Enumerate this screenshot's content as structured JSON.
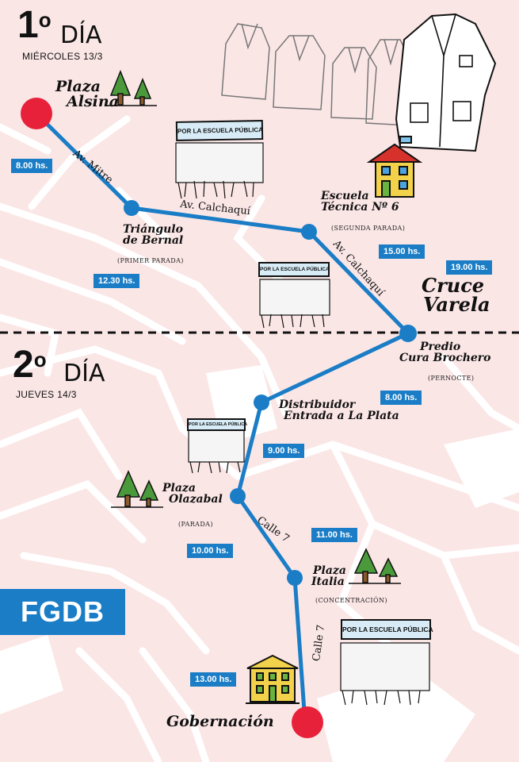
{
  "colors": {
    "route": "#1a7dc6",
    "start_end": "#e8213a",
    "map_bg": "#fbe6e6",
    "streets": "#ffffff",
    "badge": "#1a7dc6"
  },
  "day1": {
    "number": "1",
    "ordinal": "o",
    "word": "DÍA",
    "date": "MIÉRCOLES 13/3"
  },
  "day2": {
    "number": "2",
    "ordinal": "o",
    "word": "DÍA",
    "date": "JUEVES 14/3"
  },
  "stops": {
    "alsina": {
      "name_line1": "Plaza",
      "name_line2": "Alsina",
      "time": "8.00 hs."
    },
    "bernal": {
      "name_line1": "Triángulo",
      "name_line2": "de Bernal",
      "note": "(PRIMER PARADA)",
      "time": "12.30 hs."
    },
    "tecnica": {
      "name_line1": "Escuela",
      "name_line2": "Técnica Nº 6",
      "note": "(SEGUNDA PARADA)",
      "time": "15.00 hs."
    },
    "varela": {
      "name_line1": "Cruce",
      "name_line2": "Varela",
      "time": "19.00 hs."
    },
    "brochero": {
      "name_line1": "Predio",
      "name_line2": "Cura Brochero",
      "note": "(PERNOCTE)",
      "time": "8.00 hs."
    },
    "distribuidor": {
      "name_line1": "Distribuidor",
      "name_line2": "Entrada a La Plata",
      "time": "9.00 hs."
    },
    "olazabal": {
      "name_line1": "Plaza",
      "name_line2": "Olazabal",
      "note": "(PARADA)",
      "time": "10.00 hs."
    },
    "italia": {
      "name_line1": "Plaza",
      "name_line2": "Italia",
      "note": "(CONCENTRACIÓN)",
      "time": "11.00 hs."
    },
    "gobernacion": {
      "name": "Gobernación",
      "time": "13.00 hs."
    }
  },
  "streets": {
    "mitre": "Av. Mitre",
    "calchaqui1": "Av. Calchaquí",
    "calchaqui2": "Av. Calchaquí",
    "calle7a": "Calle 7",
    "calle7b": "Calle 7"
  },
  "banner_text": "POR LA ESCUELA PÚBLICA",
  "logo": "FGDB",
  "icons": [
    "trees-icon",
    "house-icon",
    "government-building-icon",
    "smock-icon",
    "crowd-icon"
  ]
}
